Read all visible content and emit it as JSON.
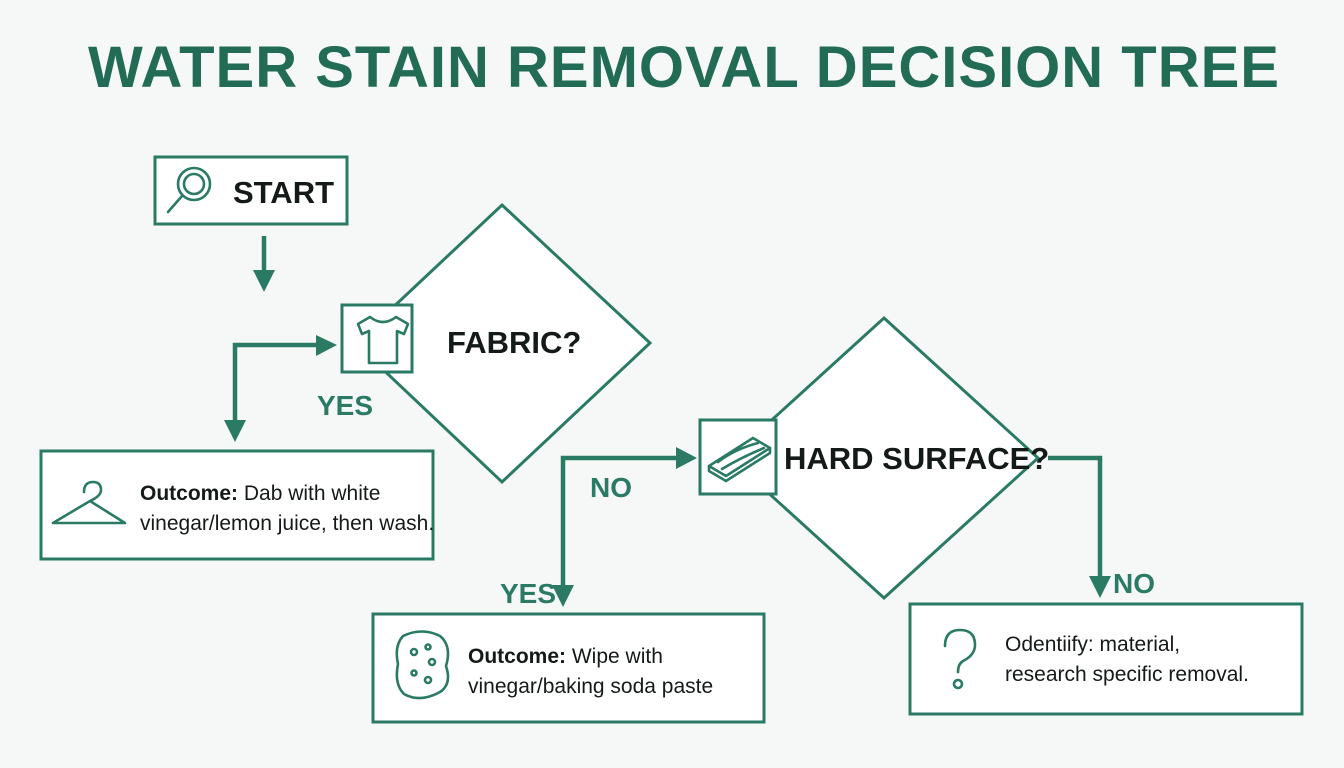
{
  "title": "WATER STAIN REMOVAL DECISION TREE",
  "colors": {
    "accent": "#2a7a64",
    "title": "#226b55",
    "text": "#141a18",
    "background": "#f6f8f7"
  },
  "nodes": {
    "start": {
      "label": "START",
      "icon": "magnifier-icon"
    },
    "fabric": {
      "label": "FABRIC?",
      "icon": "tshirt-icon"
    },
    "hard_surface": {
      "label": "HARD SURFACE?",
      "icon": "wood-plank-icon"
    },
    "outcome_fabric": {
      "icon": "hanger-icon",
      "prefix": "Outcome:",
      "line1": " Dab with white",
      "line2": "vinegar/lemon juice, then wash."
    },
    "outcome_hard": {
      "icon": "sponge-icon",
      "prefix": "Outcome:",
      "line1": " Wipe with",
      "line2": "vinegar/baking soda paste"
    },
    "unknown": {
      "icon": "question-mark-icon",
      "line1": "Odentiify: material,",
      "line2": "research specific removal."
    }
  },
  "edges": {
    "fabric_yes": "YES",
    "fabric_no": "NO",
    "hard_yes": "YES",
    "hard_no": "NO"
  }
}
